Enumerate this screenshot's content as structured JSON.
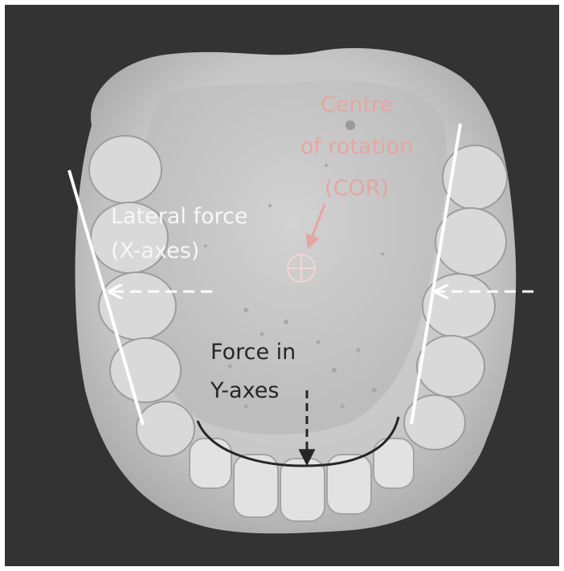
{
  "labels": {
    "cor_line1": "Centre",
    "cor_line2": "of rotation",
    "cor_line3": "(COR)",
    "lateral_line1": "Lateral force",
    "lateral_line2": "(X-axes)",
    "y_line1": "Force in",
    "y_line2": "Y-axes"
  },
  "colors": {
    "background": "#333333",
    "cast": "#cfcfcf",
    "cor_label": "#e4a6a2",
    "lateral_label": "#f7f7f7",
    "y_label": "#262626",
    "guide_lines": "#ffffff"
  }
}
